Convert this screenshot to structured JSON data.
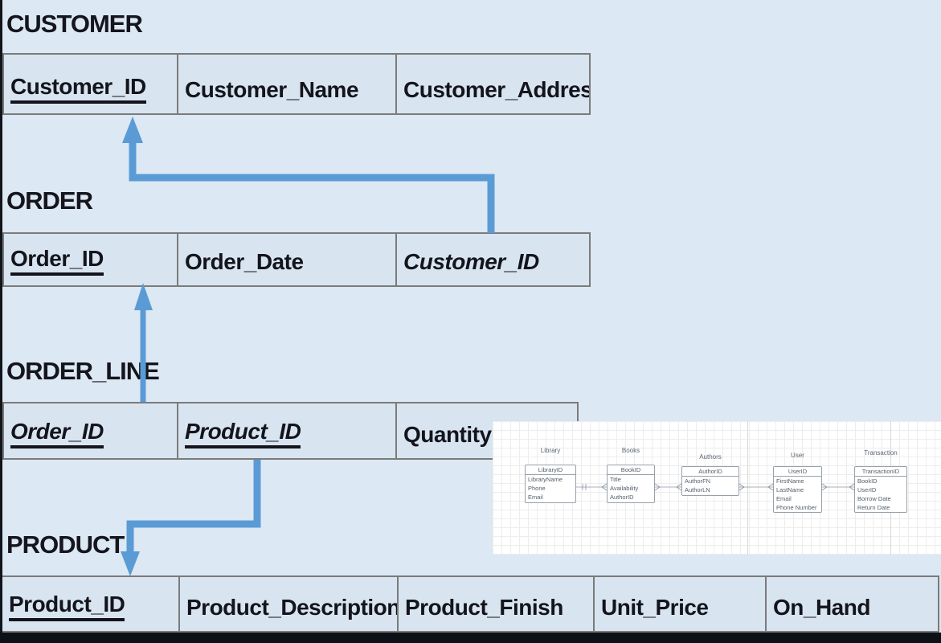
{
  "page": {
    "background": "#dce8f3",
    "table_border_color": "#7b7b7b",
    "text_color": "#14141c",
    "arrow_color": "#5b9bd5",
    "bottom_bar_color": "#0c1117"
  },
  "tables": [
    {
      "name": "CUSTOMER",
      "columns": [
        {
          "label": "Customer_ID",
          "role": "primary-key"
        },
        {
          "label": "Customer_Name",
          "role": "attribute"
        },
        {
          "label": "Customer_Address",
          "role": "attribute"
        }
      ]
    },
    {
      "name": "ORDER",
      "columns": [
        {
          "label": "Order_ID",
          "role": "primary-key"
        },
        {
          "label": "Order_Date",
          "role": "attribute"
        },
        {
          "label": "Customer_ID",
          "role": "foreign-key"
        }
      ]
    },
    {
      "name": "ORDER_LINE",
      "columns": [
        {
          "label": "Order_ID",
          "role": "primary-key-foreign-key"
        },
        {
          "label": "Product_ID",
          "role": "primary-key-foreign-key"
        },
        {
          "label": "Quantity",
          "role": "attribute"
        }
      ]
    },
    {
      "name": "PRODUCT",
      "columns": [
        {
          "label": "Product_ID",
          "role": "primary-key"
        },
        {
          "label": "Product_Description",
          "role": "attribute"
        },
        {
          "label": "Product_Finish",
          "role": "attribute"
        },
        {
          "label": "Unit_Price",
          "role": "attribute"
        },
        {
          "label": "On_Hand",
          "role": "attribute"
        }
      ]
    }
  ],
  "relationships": [
    {
      "from": "ORDER.Customer_ID",
      "to": "CUSTOMER.Customer_ID"
    },
    {
      "from": "ORDER_LINE.Order_ID",
      "to": "ORDER.Order_ID"
    },
    {
      "from": "ORDER_LINE.Product_ID",
      "to": "PRODUCT.Product_ID"
    }
  ],
  "embedded_diagram": {
    "entities": [
      {
        "title": "Library",
        "header": "LibraryID",
        "fields": [
          "LibraryName",
          "Phone",
          "Email"
        ]
      },
      {
        "title": "Books",
        "header": "BookID",
        "fields": [
          "Title",
          "Availability",
          "AuthorID"
        ]
      },
      {
        "title": "Authors",
        "header": "AuthorID",
        "fields": [
          "AuthorFN",
          "AuthorLN"
        ]
      },
      {
        "title": "User",
        "header": "UserID",
        "fields": [
          "FirstName",
          "LastName",
          "Email",
          "Phone Number"
        ]
      },
      {
        "title": "Transaction",
        "header": "TransactionID",
        "fields": [
          "BookID",
          "UserID",
          "Borrow Date",
          "Return Date"
        ]
      }
    ]
  }
}
